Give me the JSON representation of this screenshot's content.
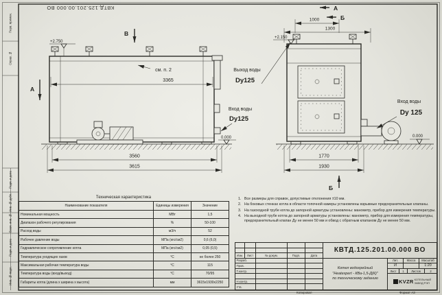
{
  "doc": {
    "rotated_code": "КВТД.125.201.00.000 ВО"
  },
  "views": {
    "note_ref": "см. п. 2",
    "marker_a": "А",
    "marker_b": "Б",
    "marker_v": "В",
    "side": {
      "dim_body": "3365",
      "dim_base": "3560",
      "dim_total": "3615",
      "elev_top": "+2.750",
      "elev_ground": "0.000",
      "inlet_line1": "Вход воды",
      "inlet_line2": "Dy125"
    },
    "front": {
      "dim_top_inner": "1000",
      "dim_top_outer": "1300",
      "dim_base_inner": "1770",
      "dim_base_outer": "1930",
      "elev_top": "+2.150",
      "elev_ground": "0.000",
      "outlet_line1": "Выход воды",
      "outlet_line2": "Dy125",
      "inlet_line1": "Вход воды",
      "inlet_line2": "Dy 125"
    }
  },
  "notes": {
    "items": [
      {
        "num": "1.",
        "text": "Все размеры для справок, допустимые отклонения ±10 мм."
      },
      {
        "num": "2.",
        "text": "На боковых стенках котла в области топочной камеры установлены взрывные предохранительные клапаны."
      },
      {
        "num": "3.",
        "text": "На газоходной трубе котла до запорной арматуры установлены: манометр, прибор для измерения температуры."
      },
      {
        "num": "4.",
        "text": "На выходной трубе котла до запорной арматуры установлены: манометр, прибор для измерения температуры, предохранительный клапан Ду не менее 50 мм и обвод с обратным клапаном Ду не менее 50 мм."
      }
    ]
  },
  "tech": {
    "title": "Техническая характеристика",
    "headers": [
      "Наименование показателя",
      "Единицы измерения",
      "Значение"
    ],
    "rows": [
      {
        "name": "Номинальная мощность",
        "unit": "МВт",
        "value": "1,5"
      },
      {
        "name": "Диапазон рабочего регулирования",
        "unit": "%",
        "value": "50-100"
      },
      {
        "name": "Расход воды",
        "unit": "м3/ч",
        "value": "52"
      },
      {
        "name": "Рабочее давление воды",
        "unit": "МПа (кгс/см2)",
        "value": "0,6 (6,0)"
      },
      {
        "name": "Гидравлическое сопротивление котла",
        "unit": "МПа (кгс/см2)",
        "value": "0,05 (0,5)"
      },
      {
        "name": "Температура уходящих газов",
        "unit": "°С",
        "value": "не более 250"
      },
      {
        "name": "Максимальная рабочая температура воды",
        "unit": "°С",
        "value": "115"
      },
      {
        "name": "Температура воды (вход/выход)",
        "unit": "°С",
        "value": "70/95"
      },
      {
        "name": "Габариты котла (длина х ширина х высота)",
        "unit": "мм",
        "value": "3615х1930х2250"
      }
    ]
  },
  "title_block": {
    "code": "КВТД.125.201.00.000  ВО",
    "name_line1": "Котел водогрейный",
    "name_line2": "\"Heatexpert - КВа-1,5-Д(К)\"",
    "name_line3": "по техническому заданию",
    "col_izm": "Изм.",
    "col_list": "Лист",
    "col_doc": "№ докум.",
    "col_podp": "Подп.",
    "col_data": "Дата",
    "row_razrab": "Разраб.",
    "row_prov": "Пров.",
    "row_tkontr": "Т.контр.",
    "row_nkontr": "Н.контр.",
    "row_utv": "Утв.",
    "lit_label": "Лит.",
    "lit_value": "И",
    "mass_label": "Масса",
    "mass_value": "",
    "scale_label": "Масштаб",
    "scale_value": "1:20",
    "sheet_label": "Лист",
    "sheet_value": "1",
    "sheets_label": "Листов",
    "sheets_value": "2",
    "logo_text": "KVZR",
    "company_line1": "КОТЕЛЬНЫЙ",
    "company_line2": "ЗАВОД РЭП",
    "kopiroval": "Копировал",
    "format_label": "Формат  А3"
  },
  "side_strip": {
    "items": [
      "Перв. примен.",
      "Справ. №",
      "Подп. и дата",
      "Инв. № дубл.",
      "Взам. инв. №",
      "Подп. и дата",
      "Инв. № подл."
    ]
  }
}
